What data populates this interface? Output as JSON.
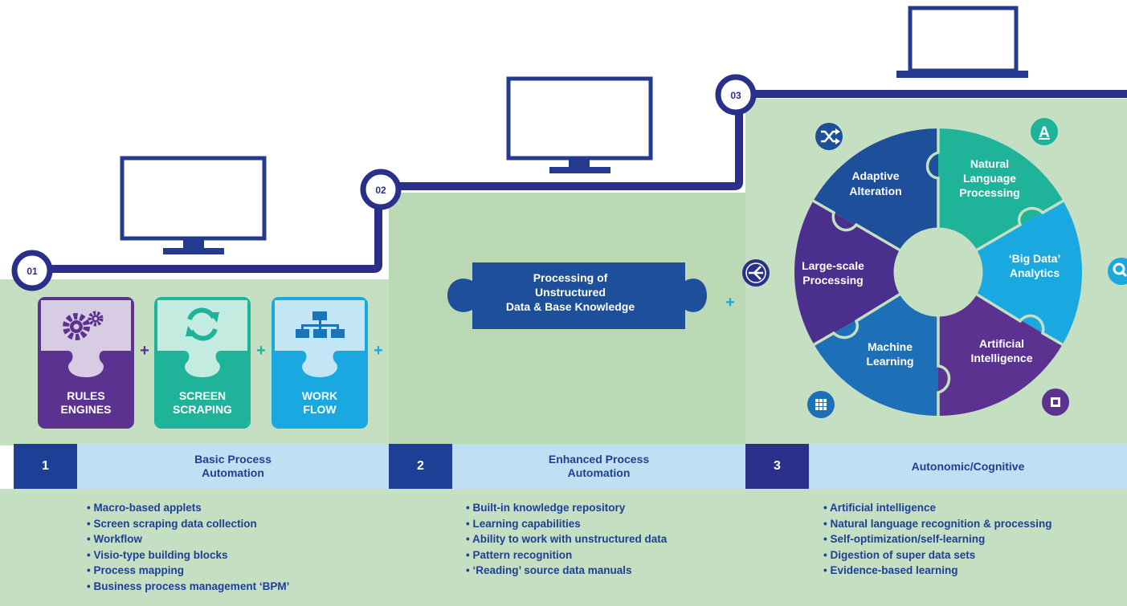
{
  "colors": {
    "navy": "#1e3f96",
    "deep_navy": "#2a2f8a",
    "mint": "#c5dfc2",
    "light_blue": "#bfe0f2",
    "purple": "#5b3290",
    "teal": "#1fb39a",
    "sky": "#1aa8e0",
    "blue": "#1d6fb8",
    "violet": "#4b2f8c"
  },
  "steps": [
    {
      "badge": "01"
    },
    {
      "badge": "02"
    },
    {
      "badge": "03"
    }
  ],
  "tiles": [
    {
      "icon": "gears-icon",
      "line1": "RULES",
      "line2": "ENGINES",
      "color": "#5b3290"
    },
    {
      "icon": "refresh-icon",
      "line1": "SCREEN",
      "line2": "SCRAPING",
      "color": "#1fb39a"
    },
    {
      "icon": "org-chart-icon",
      "line1": "WORK",
      "line2": "FLOW",
      "color": "#1aa8e0"
    }
  ],
  "plus": "+",
  "enhanced_piece": {
    "line1": "Processing of",
    "line2": "Unstructured",
    "line3": "Data & Base Knowledge"
  },
  "wheel": {
    "segments": [
      {
        "line1": "Adaptive",
        "line2": "Alteration"
      },
      {
        "line1": "Natural",
        "line2": "Language",
        "line3": "Processing"
      },
      {
        "line1": "‘Big Data’",
        "line2": "Analytics"
      },
      {
        "line1": "Artificial",
        "line2": "Intelligence"
      },
      {
        "line1": "Machine",
        "line2": "Learning"
      },
      {
        "line1": "Large-scale",
        "line2": "Processing"
      }
    ],
    "icons": [
      "shuffle-icon",
      "letter-a-icon",
      "magnifier-icon",
      "chip-icon",
      "grid-icon",
      "branch-arrows-icon"
    ],
    "letter_a": "A"
  },
  "stages": [
    {
      "number": "1",
      "title": "Basic Process\nAutomation",
      "bullets": [
        "Macro-based applets",
        "Screen scraping data collection",
        "Workflow",
        "Visio-type building blocks",
        "Process mapping",
        "Business process management ‘BPM’"
      ]
    },
    {
      "number": "2",
      "title": "Enhanced Process\nAutomation",
      "bullets": [
        "Built-in knowledge repository",
        "Learning capabilities",
        "Ability to work with unstructured data",
        "Pattern recognition",
        "‘Reading’ source data manuals"
      ]
    },
    {
      "number": "3",
      "title": "Autonomic/Cognitive",
      "bullets": [
        "Artificial intelligence",
        "Natural language recognition & processing",
        "Self-optimization/self-learning",
        "Digestion of super data sets",
        "Evidence-based learning"
      ]
    }
  ]
}
